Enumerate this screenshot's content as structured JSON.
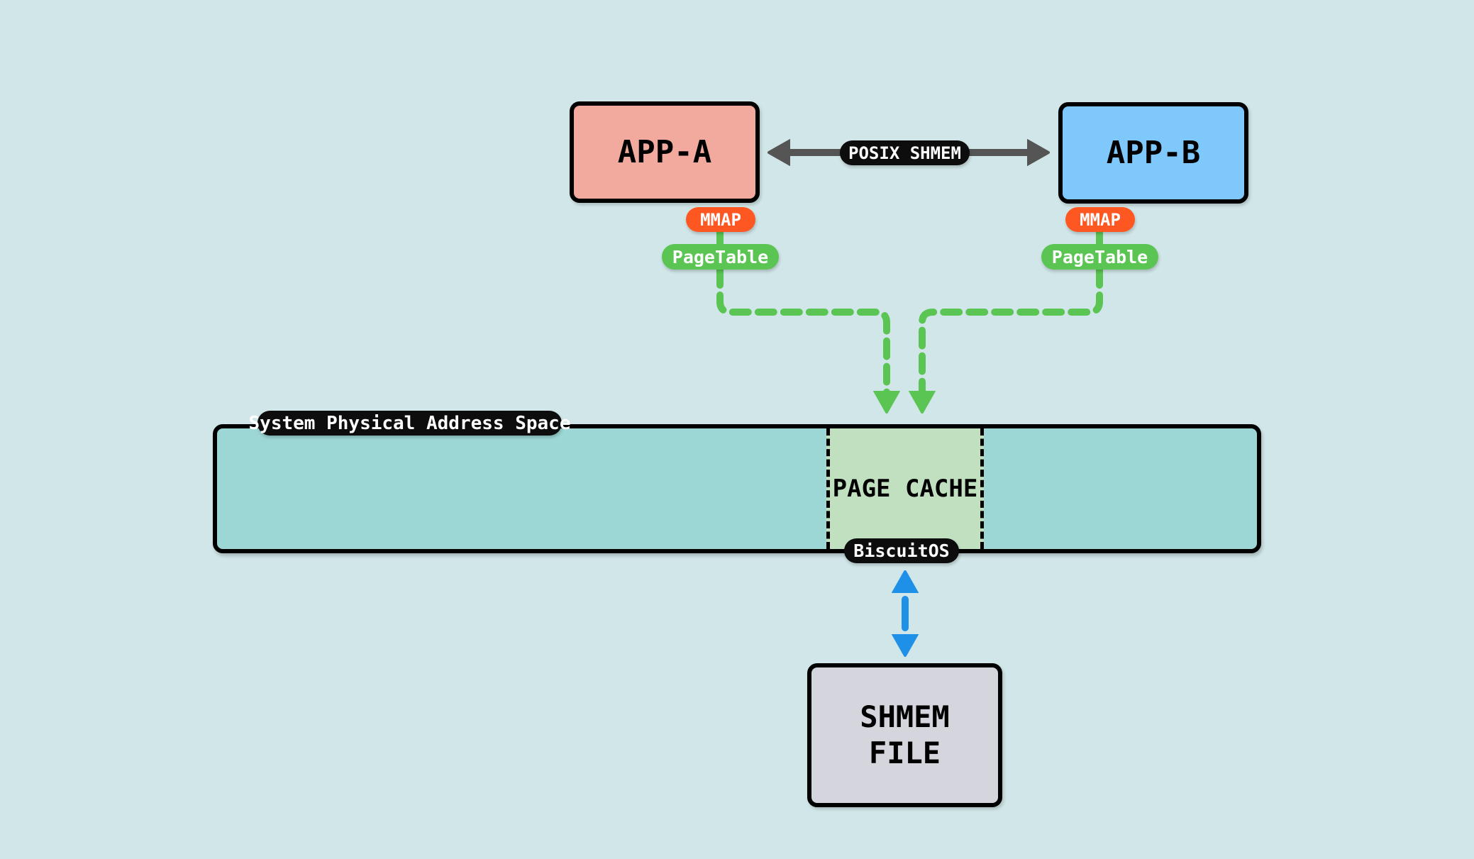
{
  "diagram": {
    "apps": [
      {
        "label": "APP-A",
        "color": "#f2aa9e",
        "mmap": "MMAP",
        "page_table": "PageTable"
      },
      {
        "label": "APP-B",
        "color": "#7fc8fc",
        "mmap": "MMAP",
        "page_table": "PageTable"
      }
    ],
    "ipc_label": "POSIX SHMEM",
    "physical_space": {
      "label": "System Physical Address Space",
      "color": "#9dd7d5"
    },
    "page_cache": {
      "label": "PAGE CACHE",
      "color": "#c0e0c0"
    },
    "watermark": "BiscuitOS",
    "file": {
      "line1": "SHMEM",
      "line2": "FILE",
      "color": "#d4d5dd"
    },
    "colors": {
      "background": "#d1e6e8",
      "mmap": "#ff5722",
      "page_table": "#5bc553",
      "ipc_arrow": "#555555",
      "file_arrow": "#1e90e8"
    }
  }
}
